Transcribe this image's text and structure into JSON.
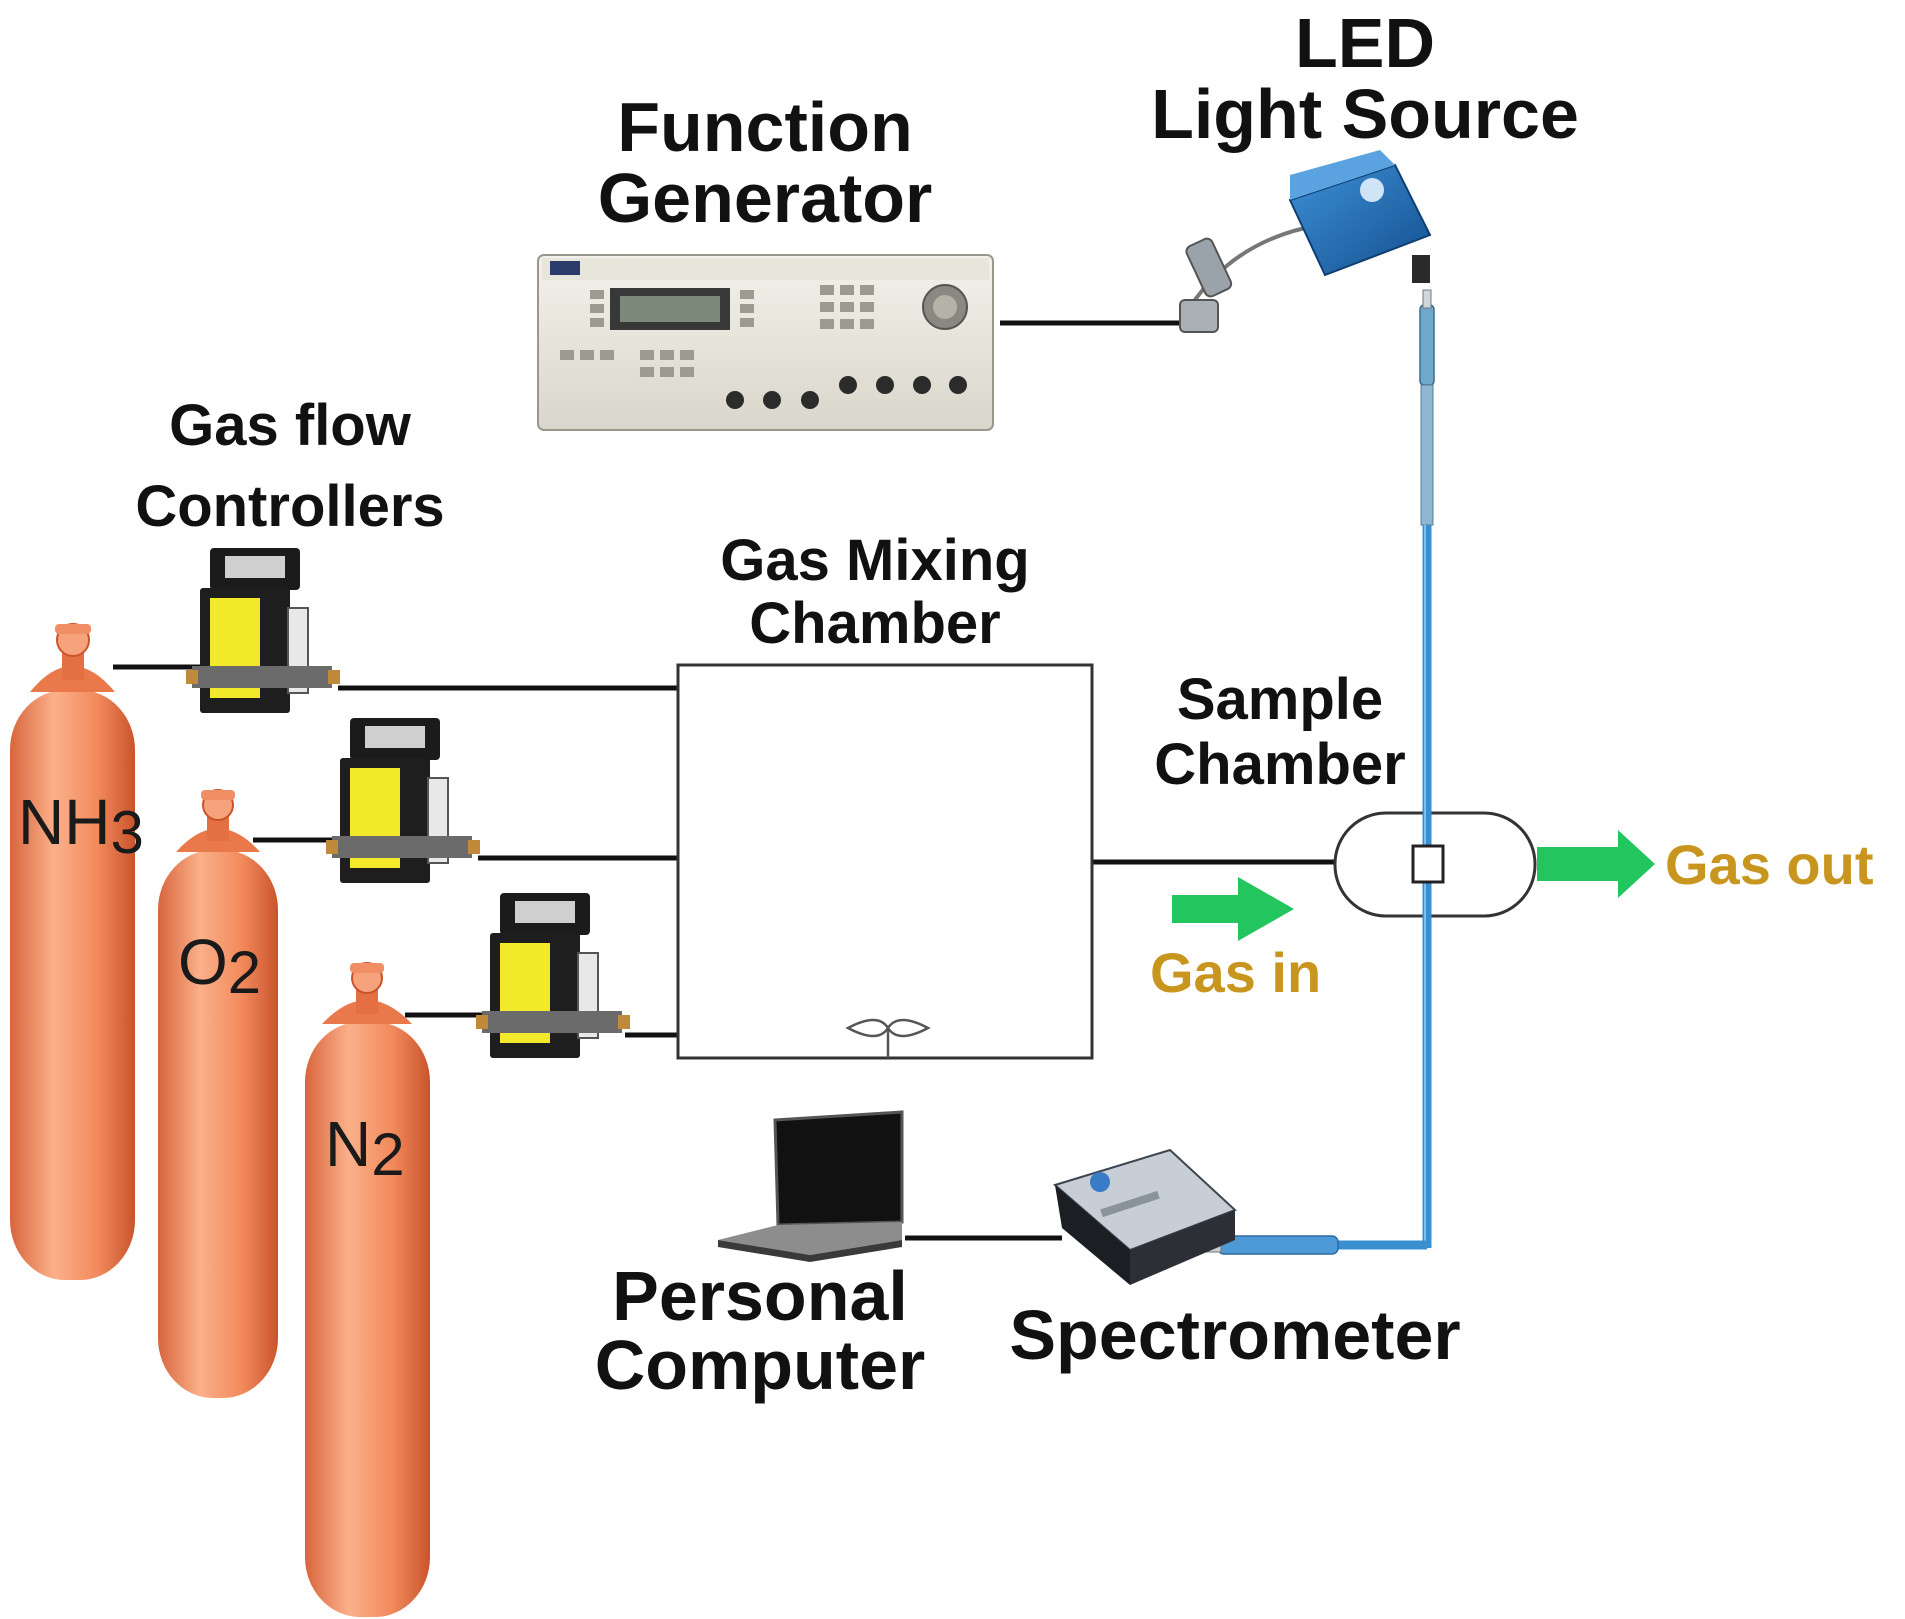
{
  "labels": {
    "led": {
      "line1": "LED",
      "line2": "Light Source"
    },
    "function_generator": {
      "line1": "Function",
      "line2": "Generator"
    },
    "flow_controllers": {
      "line1": "Gas flow",
      "line2": "Controllers"
    },
    "mixing_chamber": {
      "line1": "Gas Mixing",
      "line2": "Chamber"
    },
    "sample_chamber": {
      "line1": "Sample",
      "line2": "Chamber"
    },
    "gas_out": "Gas out",
    "gas_in": "Gas in",
    "personal_computer": {
      "line1": "Personal",
      "line2": "Computer"
    },
    "spectrometer": "Spectrometer"
  },
  "cylinders": [
    {
      "element": "NH",
      "sub": "3"
    },
    {
      "element": "O",
      "sub": "2"
    },
    {
      "element": "N",
      "sub": "2"
    }
  ],
  "colors": {
    "cylinder": "#f28a5c",
    "cylinder_dark": "#d25f35",
    "fiber": "#3a8fd0",
    "arrow": "#22c55e",
    "gas_text": "#c8961e",
    "line": "#111111"
  }
}
